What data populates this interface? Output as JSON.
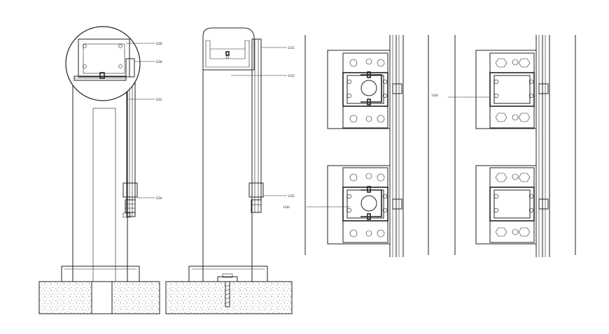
{
  "drawing": {
    "labels": {
      "left_elevation": [
        "1320",
        "1330",
        "1332",
        "1334"
      ],
      "front_elevation": [
        "1331",
        "1333",
        "1335"
      ],
      "plan_left": [
        "1336"
      ],
      "plan_right": [
        "1334"
      ]
    }
  },
  "colors": {
    "line": "#222222",
    "background": "#ffffff"
  }
}
